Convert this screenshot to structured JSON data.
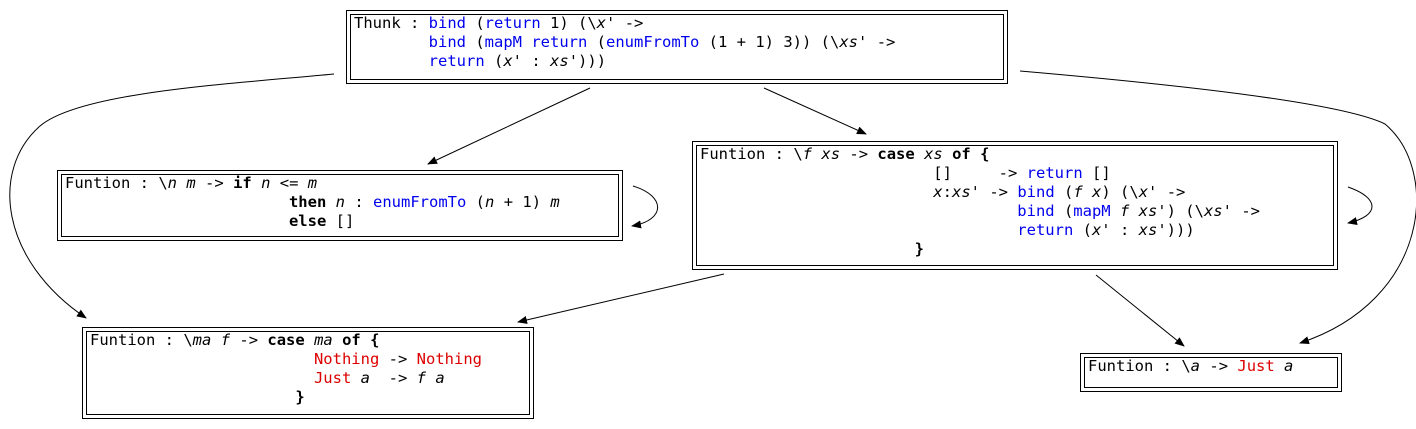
{
  "colors": {
    "function": "#0000ee",
    "constructor": "#dd0000",
    "text": "#000000"
  },
  "nodes": {
    "thunk": {
      "prefix": "Thunk : ",
      "l1": {
        "bind": "bind",
        "return": "return",
        "one": "1",
        "lam": "x'",
        "arrow": "->"
      },
      "l2": {
        "bind": "bind",
        "mapM": "mapM",
        "return": "return",
        "enumFromTo": "enumFromTo",
        "plus": "(1 + 1) 3",
        "lam": "xs'",
        "arrow": "->"
      },
      "l3": {
        "return": "return",
        "x": "x'",
        "cons": ":",
        "xs": "xs'"
      }
    },
    "enum_fn": {
      "prefix": "Funtion : ",
      "l1": {
        "n": "n",
        "m": "m",
        "arrow": "->",
        "if": "if",
        "n2": "n",
        "le": "<=",
        "m2": "m"
      },
      "l2": {
        "then": "then",
        "n": "n",
        "cons": ":",
        "enumFromTo": "enumFromTo",
        "n2": "n",
        "plus": "+ 1)",
        "m": "m"
      },
      "l3": {
        "else": "else",
        "nil": "[]"
      }
    },
    "mapM_fn": {
      "prefix": "Funtion : ",
      "l1": {
        "f": "f",
        "xs": "xs",
        "arrow": "->",
        "case": "case",
        "xs2": "xs",
        "of": "of",
        "brace": "{"
      },
      "l2": {
        "nil": "[]",
        "arrow": "->",
        "return": "return",
        "nil2": "[]"
      },
      "l3": {
        "x": "x",
        "xs": "xs'",
        "arrow": "->",
        "bind": "bind",
        "f": "f",
        "x2": "x",
        "lam": "x'",
        "arrow2": "->"
      },
      "l4": {
        "bind": "bind",
        "mapM": "mapM",
        "f": "f",
        "xs": "xs'",
        "lam": "xs'",
        "arrow": "->"
      },
      "l5": {
        "return": "return",
        "x": "x'",
        "cons": ":",
        "xs": "xs'"
      },
      "l6": {
        "brace": "}"
      }
    },
    "bind_fn": {
      "prefix": "Funtion : ",
      "l1": {
        "ma": "ma",
        "f": "f",
        "arrow": "->",
        "case": "case",
        "ma2": "ma",
        "of": "of",
        "brace": "{"
      },
      "l2": {
        "nothing": "Nothing",
        "arrow": "->",
        "nothing2": "Nothing"
      },
      "l3": {
        "just": "Just",
        "a": "a",
        "arrow": "->",
        "f": "f",
        "a2": "a"
      },
      "l4": {
        "brace": "}"
      }
    },
    "return_fn": {
      "prefix": "Funtion : ",
      "l1": {
        "a": "a",
        "arrow": "->",
        "just": "Just",
        "a2": "a"
      }
    }
  }
}
